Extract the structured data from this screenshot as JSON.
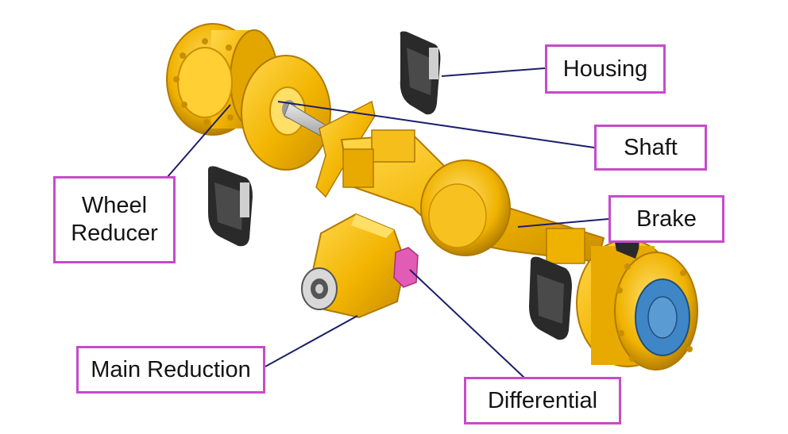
{
  "labels": {
    "housing": "Housing",
    "shaft": "Shaft",
    "brake": "Brake",
    "wheel_reducer_line1": "Wheel",
    "wheel_reducer_line2": "Reducer",
    "main_reduction": "Main Reduction",
    "differential": "Differential"
  },
  "colors": {
    "part_yellow": "#f2b400",
    "part_light": "#ffd34d",
    "part_dark": "#c98e00",
    "caliper_dark": "#2a2a2a",
    "differential_pink": "#e25bb4",
    "hub_blue": "#3f86c6",
    "leader_line": "#1b1f6b",
    "label_border": "#c64bc9"
  }
}
